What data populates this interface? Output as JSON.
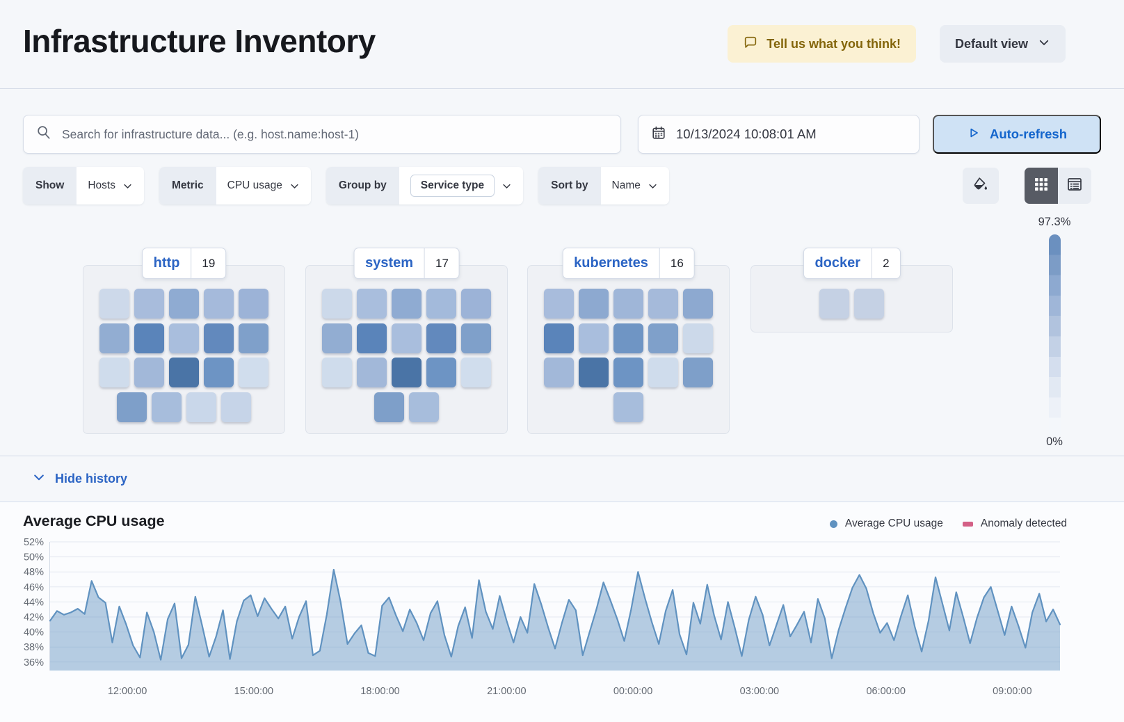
{
  "header": {
    "title": "Infrastructure Inventory",
    "feedback_label": "Tell us what you think!",
    "view_label": "Default view"
  },
  "toolbar": {
    "search_placeholder": "Search for infrastructure data... (e.g. host.name:host-1)",
    "datetime": "10/13/2024 10:08:01 AM",
    "auto_refresh_label": "Auto-refresh"
  },
  "filters": {
    "items": [
      {
        "label": "Show",
        "value": "Hosts"
      },
      {
        "label": "Metric",
        "value": "CPU usage"
      },
      {
        "label": "Group by",
        "value": "Service type"
      },
      {
        "label": "Sort by",
        "value": "Name"
      }
    ]
  },
  "icons": {
    "feedback": "speech-bubble-icon",
    "view_dropdown": "chevron-down-icon",
    "search": "magnifier-icon",
    "date": "calendar-icon",
    "auto_refresh": "play-icon",
    "color_mode": "paint-fill-icon",
    "grid_view": "grid-view-icon",
    "table_view": "table-view-icon",
    "history": "chevron-down-icon",
    "series_legend": "dot",
    "anomaly_legend": "bar"
  },
  "colors": {
    "link_blue": "#2b64c4",
    "vis_blue": "#6092C0",
    "anomaly_pink": "#D36086",
    "refresh_bg": "#cfe2f5",
    "warning_bg": "#fbf1d3",
    "warning_text": "#83650a"
  },
  "waffle": {
    "groups": [
      {
        "name": "http",
        "count": "19",
        "rows": [
          [
            "#cdd9ea",
            "#a8bcdc",
            "#8fabd2",
            "#a5badb",
            "#9cb3d7"
          ],
          [
            "#92add2",
            "#5a84ba",
            "#a9bedd",
            "#6289bd",
            "#7fa0ca"
          ],
          [
            "#cfdcec",
            "#a2b8d9",
            "#4a74a6",
            "#6d94c4",
            "#d0dded"
          ],
          [
            "#7e9fc9",
            "#a7bddc",
            "#c9d7ea",
            "#c6d4e8"
          ]
        ]
      },
      {
        "name": "system",
        "count": "17",
        "rows": [
          [
            "#ccd9ea",
            "#a9bedd",
            "#8fabd2",
            "#a3badb",
            "#9cb3d7"
          ],
          [
            "#92add2",
            "#5a84ba",
            "#a9bedd",
            "#6289bd",
            "#7fa0ca"
          ],
          [
            "#cfdcec",
            "#a2b8d9",
            "#4a74a6",
            "#6d94c4",
            "#d0dded"
          ],
          [
            "#7e9fc9",
            "#a7bddc"
          ]
        ]
      },
      {
        "name": "kubernetes",
        "count": "16",
        "rows": [
          [
            "#a8bcdc",
            "#8da9d0",
            "#9fb6d8",
            "#a5bada",
            "#8da9d0"
          ],
          [
            "#5a84ba",
            "#a9bedd",
            "#6f95c4",
            "#7fa0ca",
            "#ccd9ea"
          ],
          [
            "#a2b8d9",
            "#4a74a6",
            "#6d94c4",
            "#cfdcec",
            "#7e9fc9"
          ],
          [
            "#a7bddc"
          ]
        ]
      },
      {
        "name": "docker",
        "count": "2",
        "rows": [
          [
            "#c5d1e4",
            "#c5d1e4"
          ]
        ]
      }
    ],
    "legend": {
      "max_label": "97.3%",
      "min_label": "0%",
      "steps": [
        "#6b90bf",
        "#7c9cc6",
        "#8da9d0",
        "#9fb6d8",
        "#b1c3de",
        "#c3d1e6",
        "#d4deee",
        "#e2e9f3",
        "#edf1f8",
        "#f4f7fb"
      ]
    }
  },
  "history": {
    "toggle_label": "Hide history"
  },
  "chart_section": {
    "title": "Average CPU usage",
    "legend": [
      {
        "label": "Average CPU usage",
        "color": "#6092C0",
        "shape": "dot"
      },
      {
        "label": "Anomaly detected",
        "color": "#D36086",
        "shape": "bar"
      }
    ]
  },
  "chart_data": {
    "type": "area",
    "title": "Average CPU usage",
    "y_axis": {
      "min": 36,
      "max": 52,
      "ticks": [
        "52%",
        "50%",
        "48%",
        "46%",
        "44%",
        "42%",
        "40%",
        "38%",
        "36%"
      ],
      "grid": true
    },
    "x_axis": {
      "tick_labels": [
        "12:00:00",
        "15:00:00",
        "18:00:00",
        "21:00:00",
        "00:00:00",
        "03:00:00",
        "06:00:00",
        "09:00:00"
      ],
      "tick_fractions": [
        0.0765,
        0.2017,
        0.3268,
        0.452,
        0.5772,
        0.7024,
        0.8276,
        0.9527
      ]
    },
    "series_name": "Average CPU usage",
    "line_color": "#6092C0",
    "fill_color": "rgba(96,146,192,0.45)",
    "values": [
      41.5,
      42.8,
      42.3,
      42.6,
      43.1,
      42.4,
      46.8,
      44.6,
      43.9,
      38.6,
      43.4,
      41.0,
      38.2,
      36.6,
      42.6,
      40.0,
      36.3,
      41.7,
      43.8,
      36.5,
      38.3,
      44.7,
      40.8,
      36.7,
      39.4,
      42.9,
      36.4,
      41.4,
      44.2,
      44.9,
      42.1,
      44.5,
      43.1,
      41.8,
      43.4,
      39.1,
      42.0,
      44.1,
      36.9,
      37.5,
      42.3,
      48.3,
      44.0,
      38.4,
      39.8,
      40.9,
      37.2,
      36.8,
      43.5,
      44.6,
      42.2,
      40.1,
      43.0,
      41.2,
      38.9,
      42.5,
      44.1,
      39.6,
      36.7,
      40.8,
      43.3,
      39.2,
      46.9,
      42.7,
      40.4,
      44.8,
      41.5,
      38.6,
      42.0,
      39.9,
      46.4,
      43.7,
      40.6,
      37.8,
      41.2,
      44.3,
      42.9,
      36.9,
      40.0,
      43.1,
      46.6,
      44.2,
      41.7,
      38.8,
      43.0,
      48.0,
      44.5,
      41.3,
      38.4,
      42.8,
      45.6,
      39.7,
      37.0,
      43.9,
      41.1,
      46.3,
      42.2,
      39.0,
      44.0,
      40.5,
      36.8,
      41.6,
      44.7,
      42.3,
      38.2,
      40.9,
      43.6,
      39.4,
      41.0,
      42.7,
      38.6,
      44.4,
      41.8,
      36.5,
      40.3,
      43.2,
      45.9,
      47.6,
      45.8,
      42.5,
      39.9,
      41.2,
      38.9,
      42.1,
      44.9,
      40.7,
      37.4,
      41.5,
      47.3,
      43.8,
      40.2,
      45.3,
      42.0,
      38.5,
      41.9,
      44.6,
      46.0,
      42.8,
      39.6,
      43.4,
      40.8,
      37.9,
      42.6,
      45.1,
      41.4,
      43.0,
      41.0
    ]
  }
}
